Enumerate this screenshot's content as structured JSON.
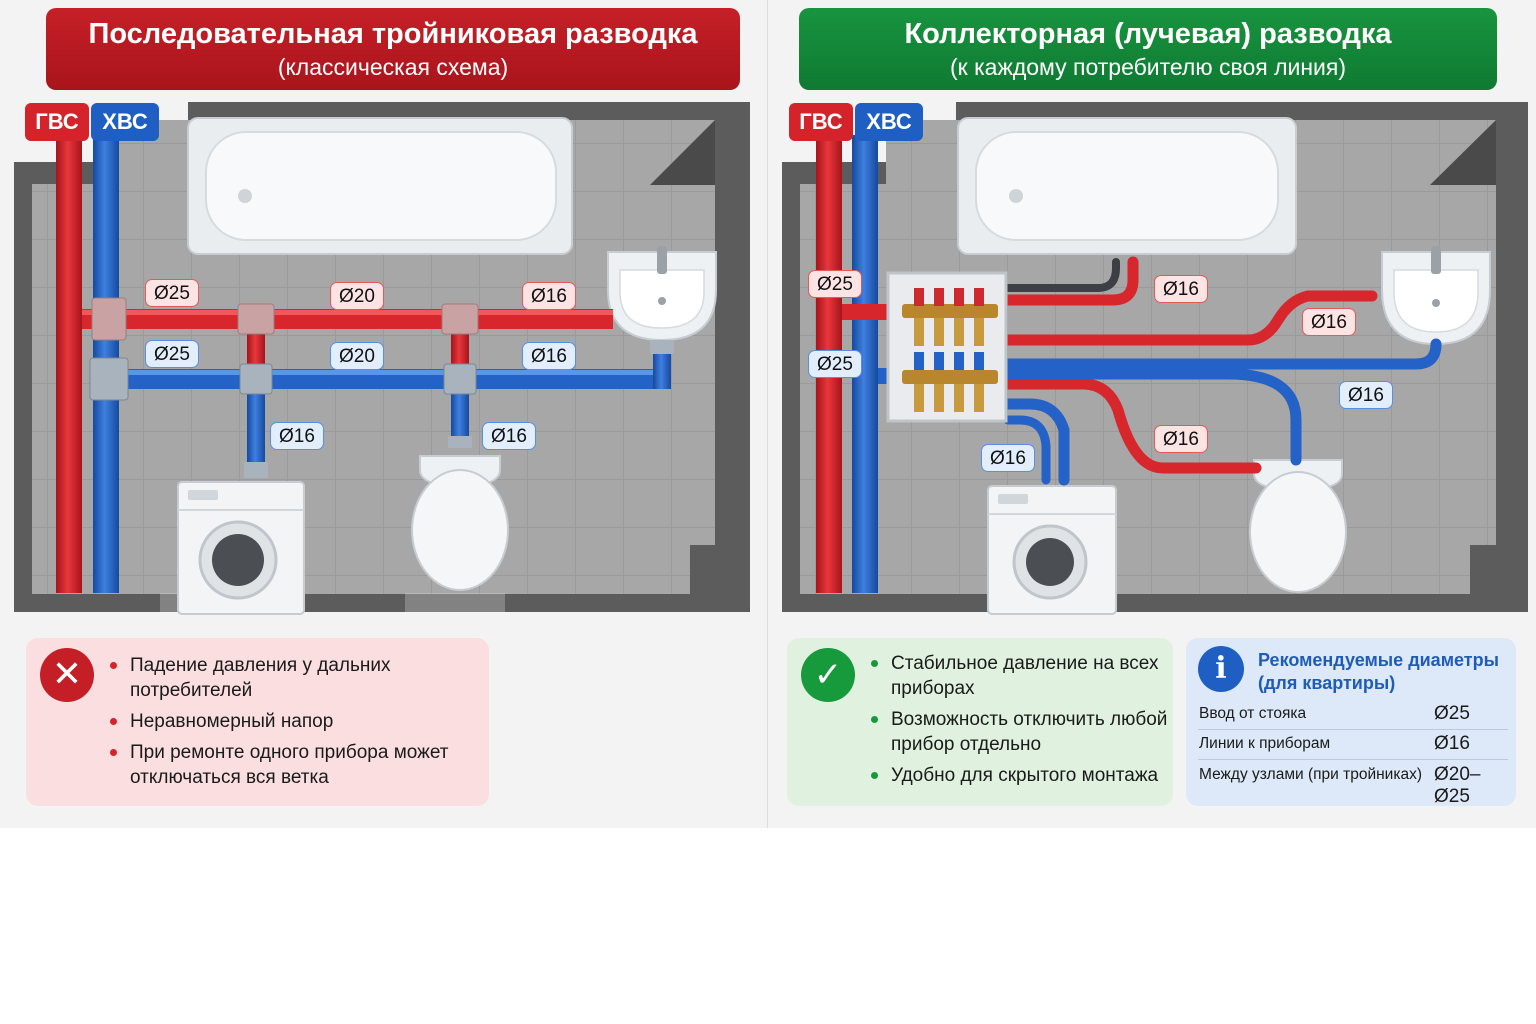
{
  "left": {
    "title": "Последовательная тройниковая разводка",
    "subtitle": "(классическая схема)",
    "hot_tag": "ГВС",
    "cold_tag": "ХВС",
    "labels": {
      "hot_riser": "Ø25",
      "cold_riser": "Ø25",
      "hot_mid": "Ø20",
      "cold_mid": "Ø20",
      "hot_end": "Ø16",
      "cold_end": "Ø16",
      "washer": "Ø16",
      "toilet": "Ø16"
    },
    "points": [
      "Падение давления у дальних потребителей",
      "Неравномерный напор",
      "При ремонте одного прибора может отключаться вся ветка"
    ],
    "icon": "cross-icon"
  },
  "right": {
    "title": "Коллекторная (лучевая) разводка",
    "subtitle": "(к каждому потребителю своя линия)",
    "hot_tag": "ГВС",
    "cold_tag": "ХВС",
    "labels": {
      "hot_in": "Ø25",
      "cold_in": "Ø25",
      "bath": "Ø16",
      "sink_hot": "Ø16",
      "sink_cold": "Ø16",
      "toilet": "Ø16",
      "washer": "Ø16"
    },
    "points": [
      "Стабильное давление на всех приборах",
      "Возможность отключить любой прибор отдельно",
      "Удобно для скрытого монтажа"
    ],
    "icon": "check-icon"
  },
  "info": {
    "title": "Рекомендуемые диаметры (для квартиры)",
    "rows": [
      {
        "label": "Ввод от стояка",
        "value": "Ø25"
      },
      {
        "label": "Линии к приборам",
        "value": "Ø16"
      },
      {
        "label": "Между узлами (при тройниках)",
        "value": "Ø20–Ø25"
      }
    ],
    "icon": "info-icon"
  },
  "colors": {
    "hot": "#d4232a",
    "cold": "#1f5fc4",
    "bad_header": "#b8181f",
    "good_header": "#138838"
  }
}
